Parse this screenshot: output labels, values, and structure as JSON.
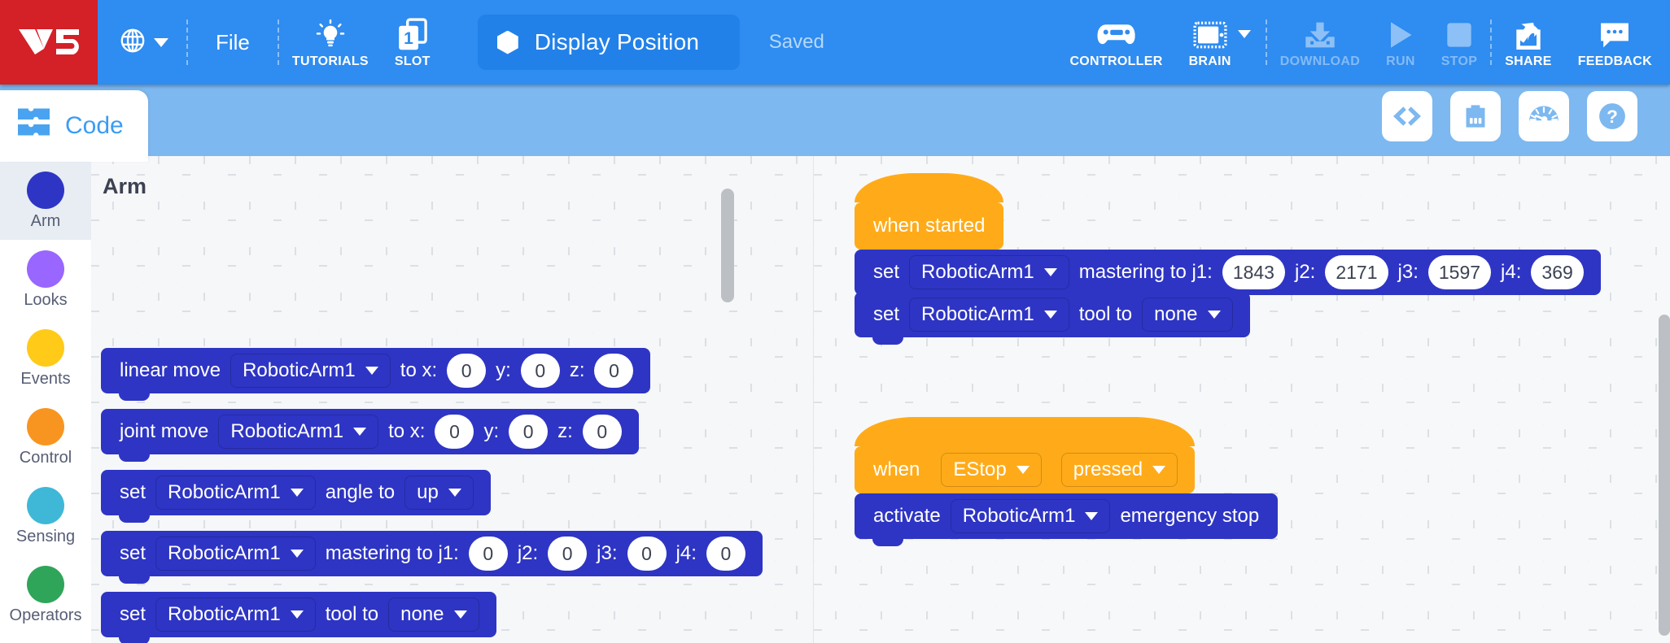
{
  "toolbar": {
    "logo_text": "V5",
    "language_icon": "globe-icon",
    "file_label": "File",
    "tutorials_label": "TUTORIALS",
    "slot_label": "SLOT",
    "slot_number": "1",
    "project_name": "Display Position",
    "saved_label": "Saved",
    "controller_label": "CONTROLLER",
    "brain_label": "BRAIN",
    "download_label": "DOWNLOAD",
    "run_label": "RUN",
    "stop_label": "STOP",
    "share_label": "SHARE",
    "feedback_label": "FEEDBACK"
  },
  "subbar": {
    "code_tab_label": "Code",
    "actions": [
      {
        "name": "code-view-icon"
      },
      {
        "name": "devices-icon"
      },
      {
        "name": "dashboard-icon"
      },
      {
        "name": "help-icon"
      }
    ]
  },
  "categories": [
    {
      "label": "Arm",
      "color": "#2e35c4",
      "active": true
    },
    {
      "label": "Looks",
      "color": "#9966ff",
      "active": false
    },
    {
      "label": "Events",
      "color": "#ffca18",
      "active": false
    },
    {
      "label": "Control",
      "color": "#f89520",
      "active": false
    },
    {
      "label": "Sensing",
      "color": "#3fb8d8",
      "active": false
    },
    {
      "label": "Operators",
      "color": "#2fa55a",
      "active": false
    }
  ],
  "palette": {
    "title": "Arm",
    "blocks": [
      {
        "id": "linear-move",
        "parts": [
          {
            "t": "label",
            "v": "linear move"
          },
          {
            "t": "dropdown",
            "v": "RoboticArm1"
          },
          {
            "t": "label",
            "v": "to x:"
          },
          {
            "t": "number",
            "v": "0"
          },
          {
            "t": "label",
            "v": "y:"
          },
          {
            "t": "number",
            "v": "0"
          },
          {
            "t": "label",
            "v": "z:"
          },
          {
            "t": "number",
            "v": "0"
          }
        ]
      },
      {
        "id": "joint-move",
        "parts": [
          {
            "t": "label",
            "v": "joint move"
          },
          {
            "t": "dropdown",
            "v": "RoboticArm1"
          },
          {
            "t": "label",
            "v": "to x:"
          },
          {
            "t": "number",
            "v": "0"
          },
          {
            "t": "label",
            "v": "y:"
          },
          {
            "t": "number",
            "v": "0"
          },
          {
            "t": "label",
            "v": "z:"
          },
          {
            "t": "number",
            "v": "0"
          }
        ]
      },
      {
        "id": "set-angle",
        "parts": [
          {
            "t": "label",
            "v": "set"
          },
          {
            "t": "dropdown",
            "v": "RoboticArm1"
          },
          {
            "t": "label",
            "v": "angle to"
          },
          {
            "t": "dropdown",
            "v": "up"
          }
        ]
      },
      {
        "id": "set-mastering",
        "parts": [
          {
            "t": "label",
            "v": "set"
          },
          {
            "t": "dropdown",
            "v": "RoboticArm1"
          },
          {
            "t": "label",
            "v": "mastering to j1:"
          },
          {
            "t": "number",
            "v": "0"
          },
          {
            "t": "label",
            "v": "j2:"
          },
          {
            "t": "number",
            "v": "0"
          },
          {
            "t": "label",
            "v": "j3:"
          },
          {
            "t": "number",
            "v": "0"
          },
          {
            "t": "label",
            "v": "j4:"
          },
          {
            "t": "number",
            "v": "0"
          }
        ]
      },
      {
        "id": "set-tool",
        "parts": [
          {
            "t": "label",
            "v": "set"
          },
          {
            "t": "dropdown",
            "v": "RoboticArm1"
          },
          {
            "t": "label",
            "v": "tool to"
          },
          {
            "t": "dropdown",
            "v": "none"
          }
        ]
      }
    ]
  },
  "workspace": {
    "stacks": [
      {
        "id": "startup-stack",
        "hat": {
          "id": "when-started",
          "parts": [
            {
              "t": "label",
              "v": "when started"
            }
          ]
        },
        "blocks": [
          {
            "id": "ws-set-mastering",
            "parts": [
              {
                "t": "label",
                "v": "set"
              },
              {
                "t": "dropdown",
                "v": "RoboticArm1"
              },
              {
                "t": "label",
                "v": "mastering to j1:"
              },
              {
                "t": "number",
                "v": "1843"
              },
              {
                "t": "label",
                "v": "j2:"
              },
              {
                "t": "number",
                "v": "2171"
              },
              {
                "t": "label",
                "v": "j3:"
              },
              {
                "t": "number",
                "v": "1597"
              },
              {
                "t": "label",
                "v": "j4:"
              },
              {
                "t": "number",
                "v": "369"
              }
            ]
          },
          {
            "id": "ws-set-tool",
            "parts": [
              {
                "t": "label",
                "v": "set"
              },
              {
                "t": "dropdown",
                "v": "RoboticArm1"
              },
              {
                "t": "label",
                "v": "tool to"
              },
              {
                "t": "dropdown",
                "v": "none"
              }
            ]
          }
        ]
      },
      {
        "id": "estop-stack",
        "hat": {
          "id": "when-estop-pressed",
          "parts": [
            {
              "t": "label",
              "v": "when"
            },
            {
              "t": "dropdown",
              "v": "EStop"
            },
            {
              "t": "dropdown",
              "v": "pressed"
            }
          ]
        },
        "blocks": [
          {
            "id": "ws-activate-estop",
            "parts": [
              {
                "t": "label",
                "v": "activate"
              },
              {
                "t": "dropdown",
                "v": "RoboticArm1"
              },
              {
                "t": "label",
                "v": "emergency stop"
              }
            ]
          }
        ]
      }
    ]
  },
  "colors": {
    "brand_red": "#d42027",
    "toolbar_blue": "#2f8cf0",
    "subbar_blue": "#7db8f0",
    "arm_block": "#2e35c4",
    "event_block": "#ffab19"
  }
}
